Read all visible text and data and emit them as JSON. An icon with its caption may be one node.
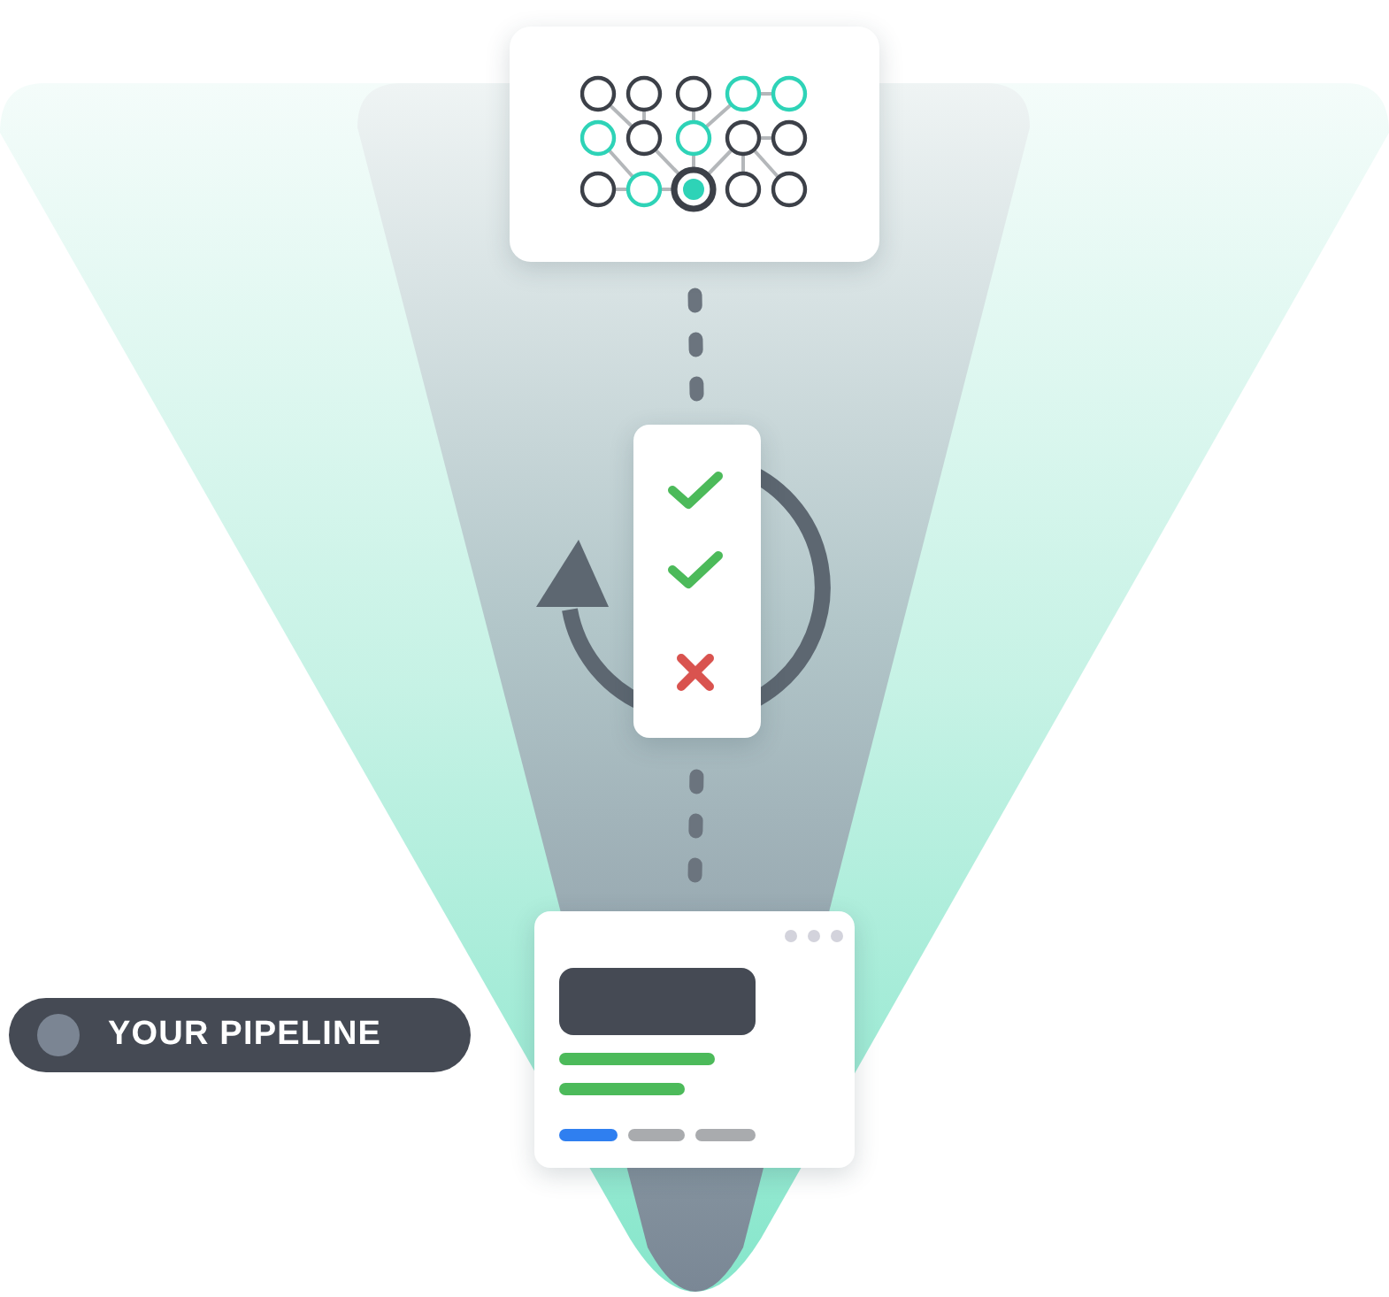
{
  "diagram": {
    "nodes": [
      {
        "text": [],
        "shape": "picture"
      },
      {
        "text": [],
        "shape": "picture"
      },
      {
        "text": [],
        "shape": "picture"
      }
    ],
    "edges": [
      {
        "from": 0,
        "to": 1,
        "arrow": "none",
        "style": "dashed"
      },
      {
        "from": 1,
        "to": 2,
        "arrow": "none",
        "style": "dashed"
      }
    ],
    "legend": [
      {
        "text": "YOUR PIPELINE",
        "color": "#7b8593"
      }
    ]
  }
}
